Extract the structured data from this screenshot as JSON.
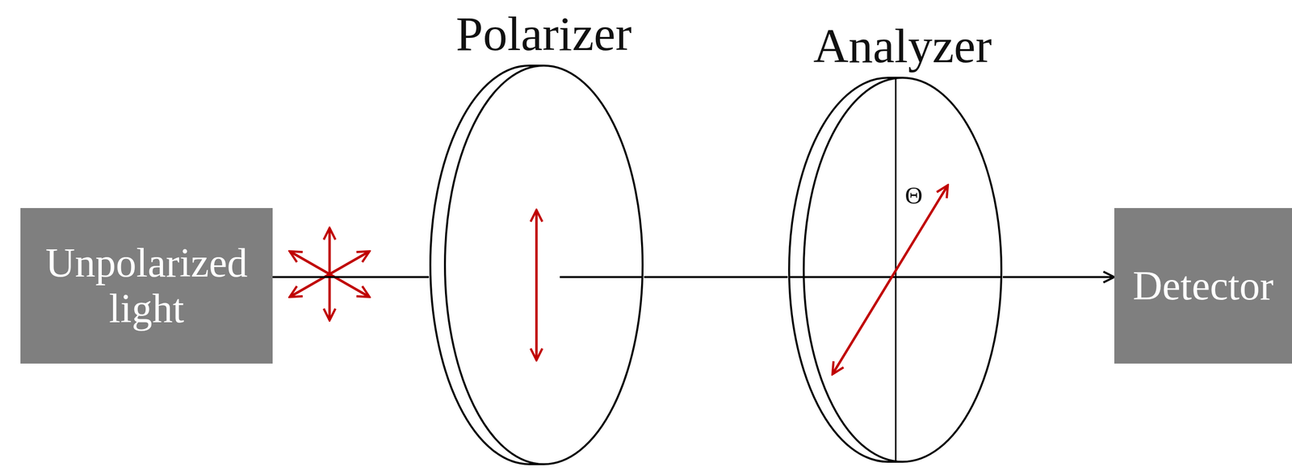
{
  "diagram": {
    "nodes": [
      {
        "text": [
          "Unpolarized light"
        ]
      },
      {
        "text": [
          "Polarizer"
        ]
      },
      {
        "text": [
          "Analyzer",
          "Θ"
        ]
      },
      {
        "text": [
          "Detector"
        ]
      }
    ],
    "edges": [
      {
        "from": 0,
        "to": 1,
        "arrow": "none"
      },
      {
        "from": 1,
        "to": 2,
        "arrow": "none"
      },
      {
        "from": 2,
        "to": 3,
        "arrow": "to"
      }
    ]
  }
}
